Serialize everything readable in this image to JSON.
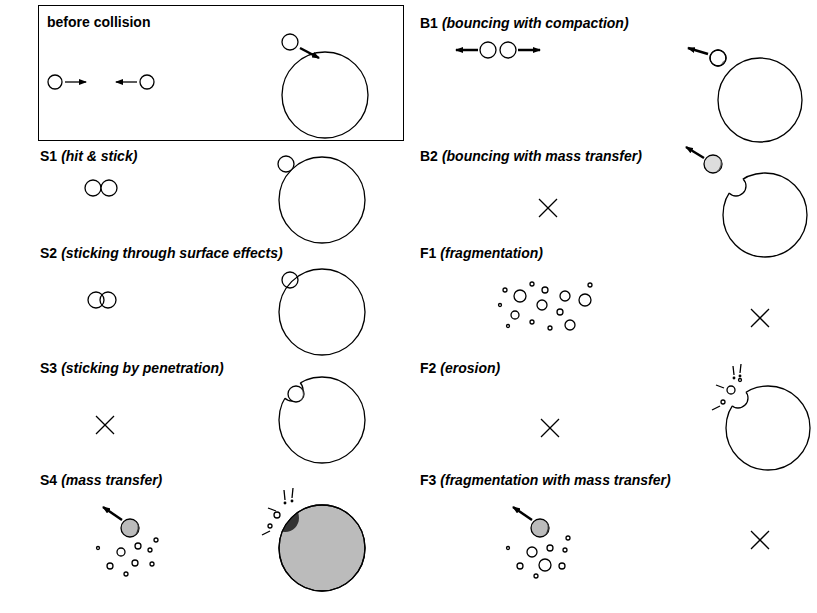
{
  "diagram": {
    "nodes": [
      {
        "text": [
          "before collision"
        ]
      }
    ],
    "labels": [
      "S1",
      "(hit & stick)",
      "S2",
      "(sticking through surface effects)",
      "S3",
      "(sticking by penetration)",
      "S4",
      "(mass transfer)",
      "B1",
      "(bouncing with compaction)",
      "B2",
      "(bouncing with mass transfer)",
      "F1",
      "(fragmentation)",
      "F2",
      "(erosion)",
      "F3",
      "(fragmentation with mass transfer)"
    ]
  }
}
